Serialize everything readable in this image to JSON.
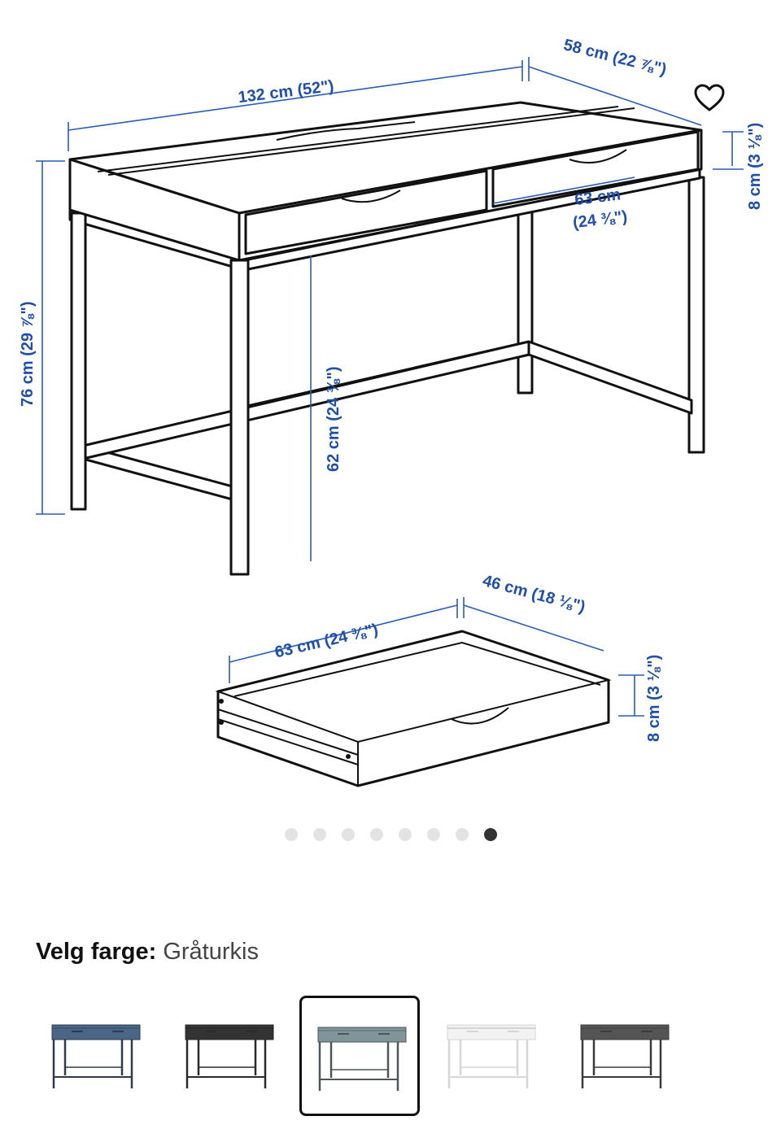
{
  "dimensions": {
    "width": "132 cm (52\")",
    "depth": "58 cm (22 ⅞\")",
    "drawer_front_height": "8 cm (3 ⅛\")",
    "drawer_width_line1": "63 cm",
    "drawer_width_line2": "(24 ⅜\")",
    "height": "76 cm (29 ⅞\")",
    "knee_height": "62 cm (24 ⅜\")",
    "drawer_box_width": "63 cm (24 ⅜\")",
    "drawer_box_depth": "46 cm (18 ⅛\")",
    "drawer_box_height": "8 cm (3 ⅛\")"
  },
  "favorite": {
    "icon": "heart-outline-icon"
  },
  "carousel": {
    "count": 8,
    "active_index": 7
  },
  "color_picker": {
    "label": "Velg farge:",
    "selected": "Gråturkis",
    "options": [
      {
        "top": "#4a6585",
        "frame": "#2f3b4d"
      },
      {
        "top": "#333333",
        "frame": "#2a2a2a"
      },
      {
        "top": "#7f959a",
        "frame": "#4d5558"
      },
      {
        "top": "#f2f2f2",
        "frame": "#d6d6d6"
      },
      {
        "top": "#555555",
        "frame": "#3a3a3a"
      }
    ],
    "selected_index": 2
  }
}
